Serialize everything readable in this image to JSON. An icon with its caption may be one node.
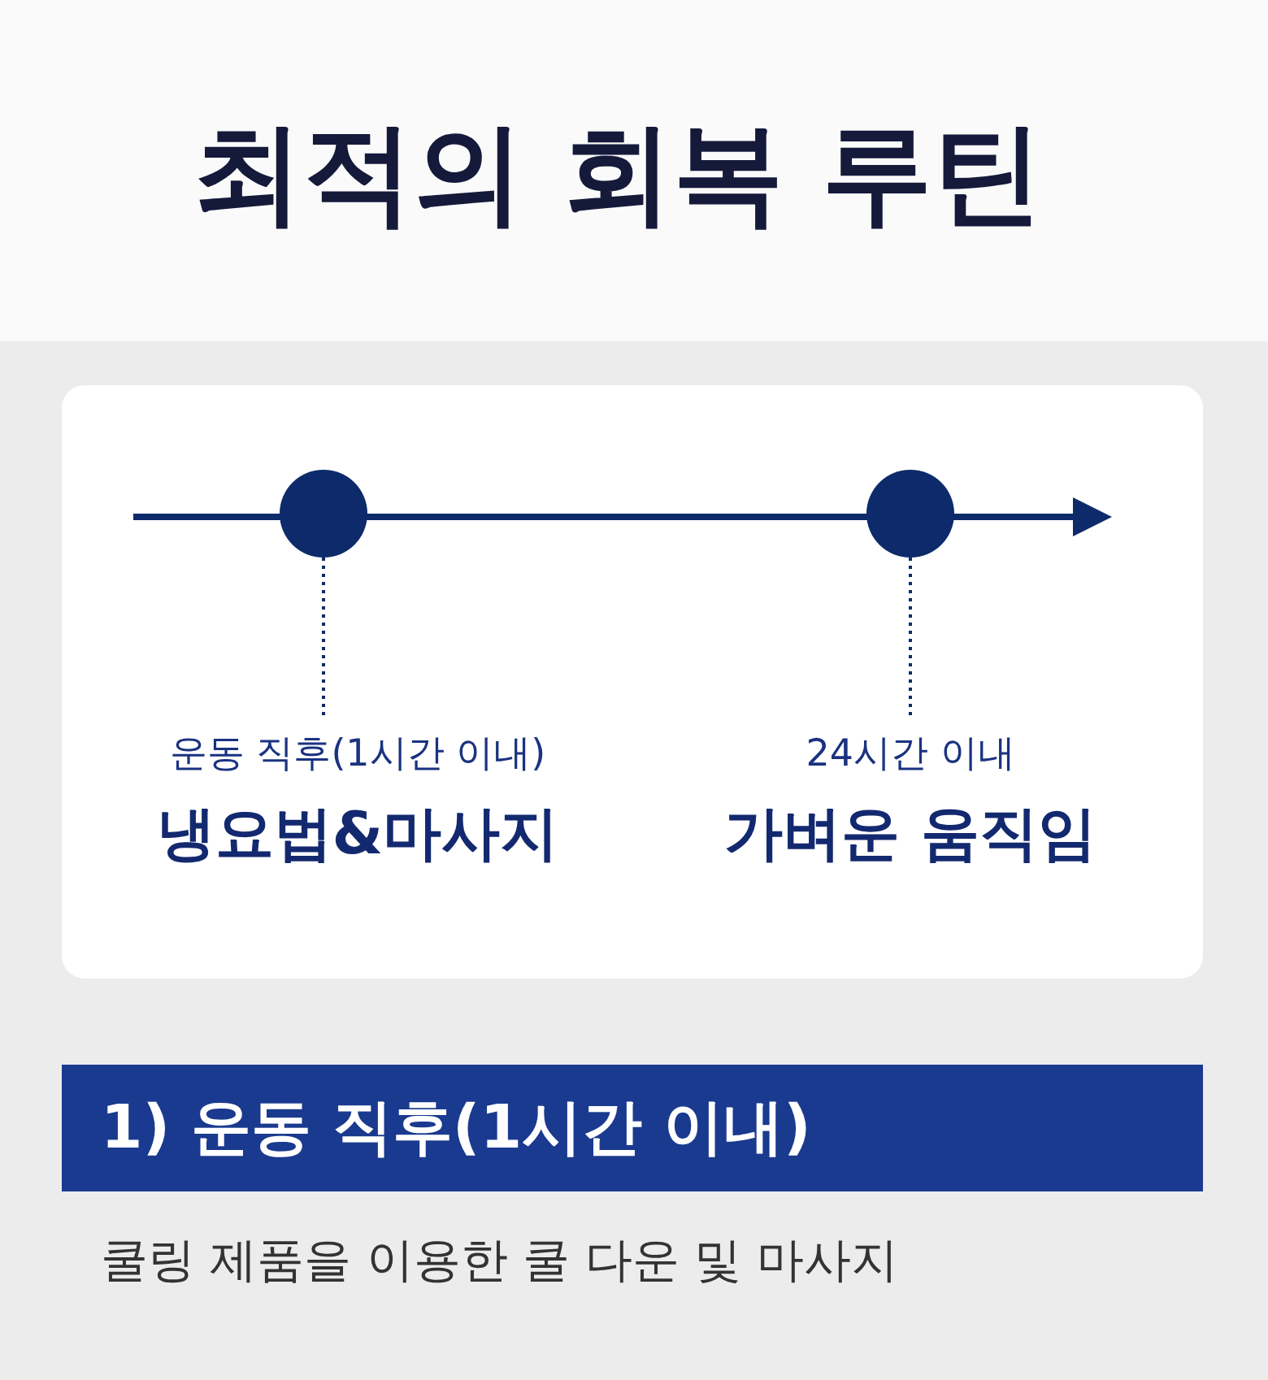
{
  "diagram": {
    "title": "최적의 회복 루틴",
    "nodes": [
      {
        "text": [],
        "shape": "circle"
      },
      {
        "text": [],
        "shape": "circle"
      },
      {
        "text": [
          "운동 직후(1시간 이내)",
          "냉요법&마사지"
        ]
      },
      {
        "text": [
          "24시간 이내",
          "가벼운 움직임"
        ]
      },
      {
        "text": [
          "1) 운동 직후(1시간 이내)"
        ]
      }
    ],
    "edges": [
      {
        "from": 0,
        "to": 2,
        "arrow": "none",
        "style": "dashed"
      },
      {
        "from": 1,
        "to": 3,
        "arrow": "none",
        "style": "dashed"
      }
    ],
    "labels": [
      "쿨링 제품을 이용한 쿨 다운 및 마사지"
    ]
  }
}
